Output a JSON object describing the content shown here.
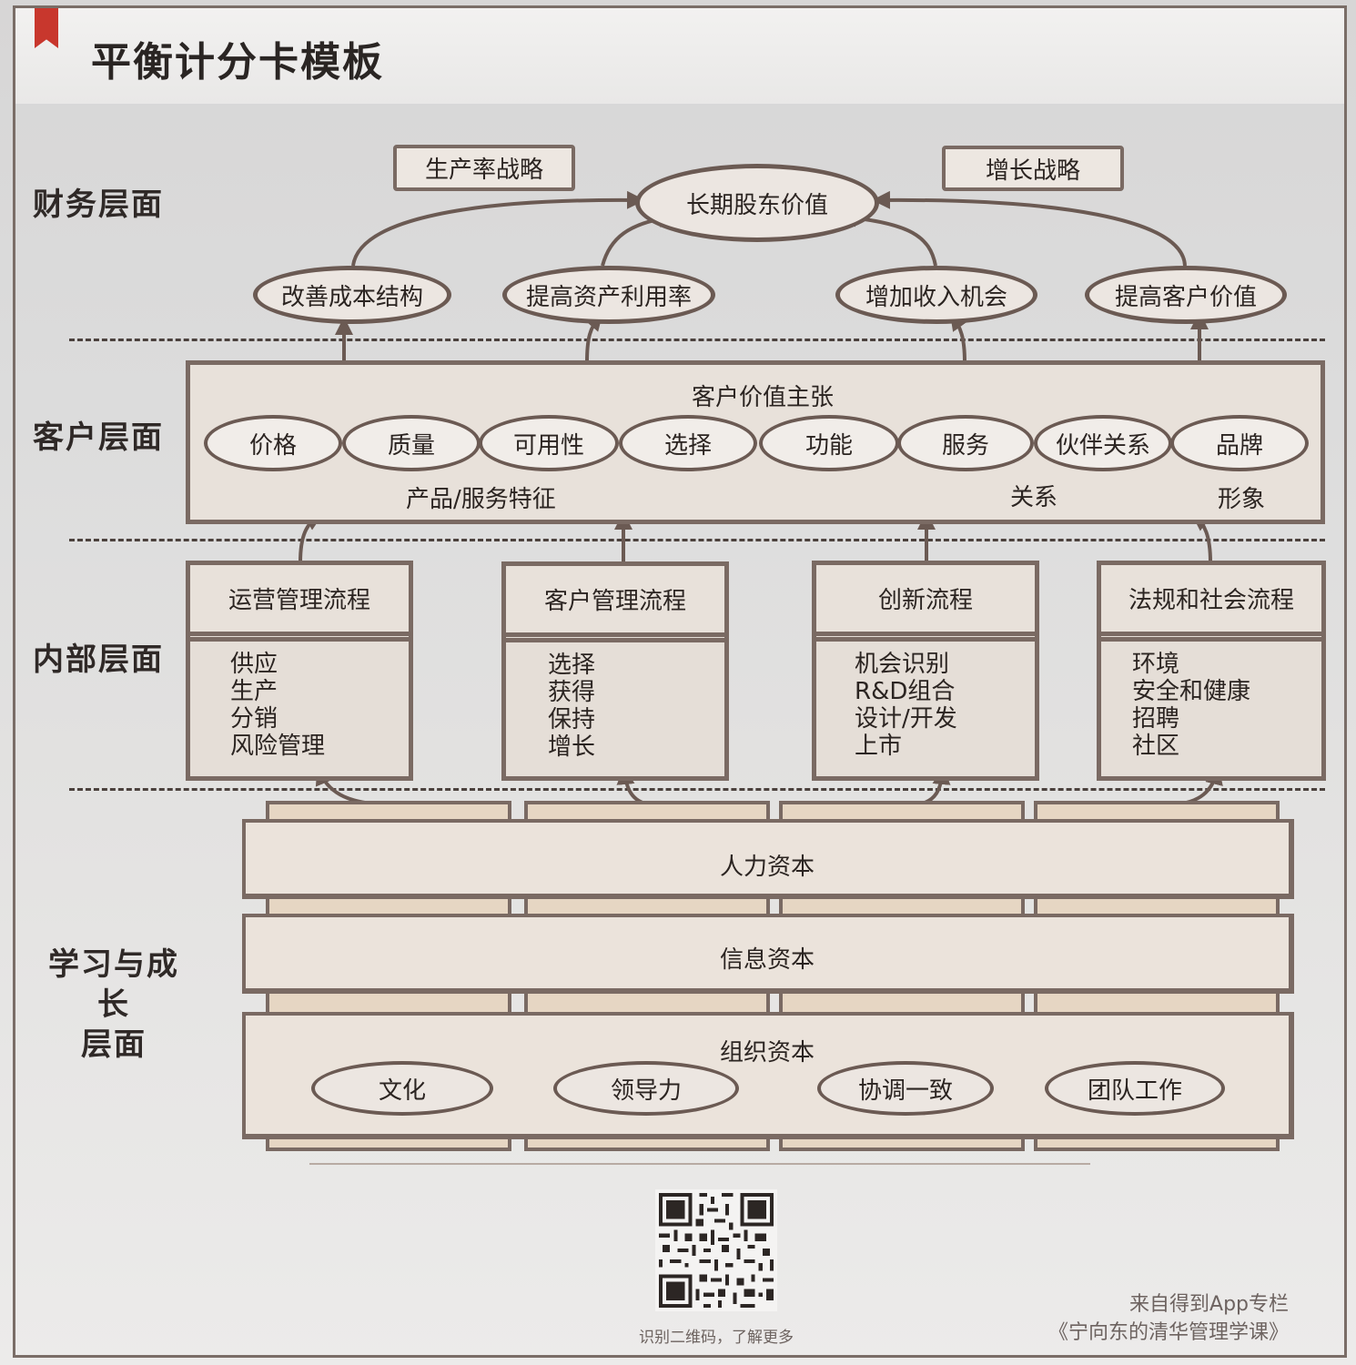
{
  "title": "平衡计分卡模板",
  "layers": {
    "financial": "财务层面",
    "customer": "客户层面",
    "internal": "内部层面",
    "learning": [
      "学习与成长",
      "层面"
    ]
  },
  "financial": {
    "strategy_left": "生产率战略",
    "strategy_right": "增长战略",
    "goal": "长期股东价值",
    "items": [
      "改善成本结构",
      "提高资产利用率",
      "增加收入机会",
      "提高客户价值"
    ]
  },
  "customer": {
    "heading": "客户价值主张",
    "attributes": [
      "价格",
      "质量",
      "可用性",
      "选择",
      "功能",
      "服务",
      "伙伴关系",
      "品牌"
    ],
    "groups": [
      "产品/服务特征",
      "关系",
      "形象"
    ]
  },
  "internal": {
    "processes": [
      {
        "title": "运营管理流程",
        "items": [
          "供应",
          "生产",
          "分销",
          "风险管理"
        ]
      },
      {
        "title": "客户管理流程",
        "items": [
          "选择",
          "获得",
          "保持",
          "增长"
        ]
      },
      {
        "title": "创新流程",
        "items": [
          "机会识别",
          "R&D组合",
          "设计/开发",
          "上市"
        ]
      },
      {
        "title": "法规和社会流程",
        "items": [
          "环境",
          "安全和健康",
          "招聘",
          "社区"
        ]
      }
    ]
  },
  "learning": {
    "human_capital": "人力资本",
    "information_capital": "信息资本",
    "organization_capital": "组织资本",
    "org_items": [
      "文化",
      "领导力",
      "协调一致",
      "团队工作"
    ]
  },
  "footer": {
    "qr_caption": "识别二维码，了解更多",
    "source_line1": "来自得到App专栏",
    "source_line2": "《宁向东的清华管理学课》"
  },
  "colors": {
    "accent": "#c8372d",
    "outline": "#7a6a63",
    "fill": "#e8e1da",
    "pillar": "#e6d6c3"
  },
  "icons": [
    "bookmark-icon",
    "qr-code-icon"
  ]
}
